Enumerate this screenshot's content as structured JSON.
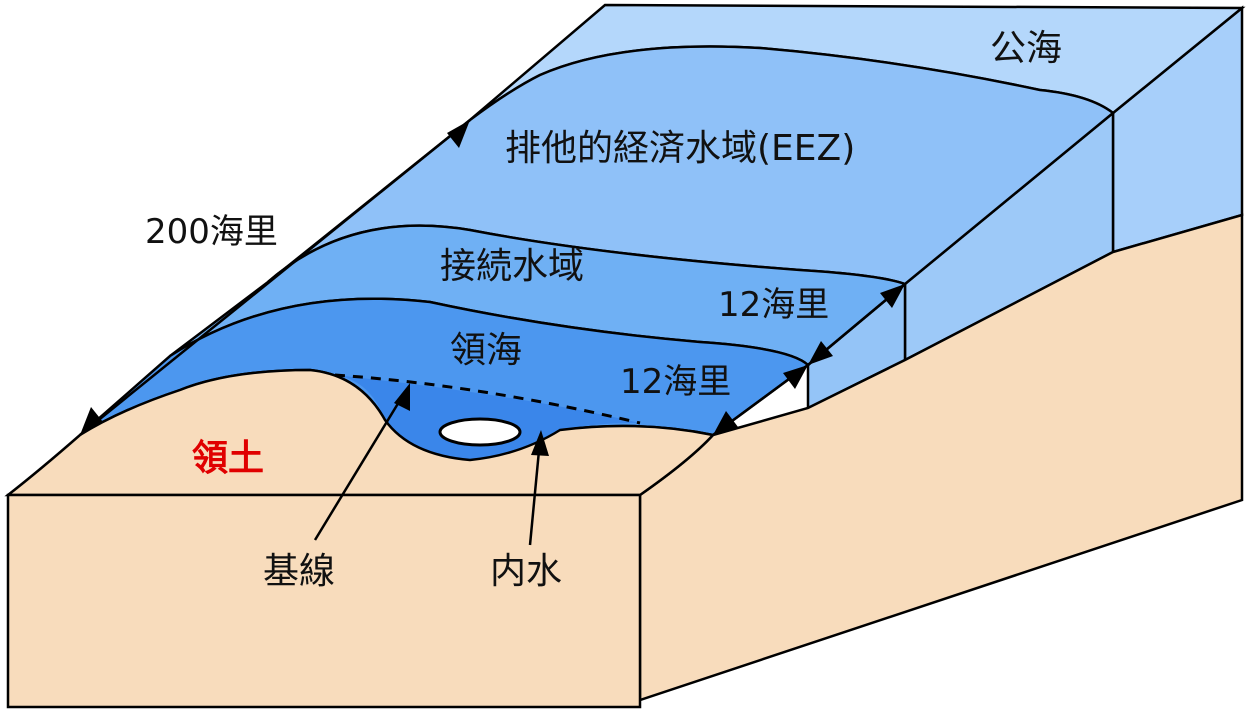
{
  "labels": {
    "high_seas": "公海",
    "eez": "排他的経済水域(EEZ)",
    "contiguous_zone": "接続水域",
    "territorial_sea": "領海",
    "territory": "領土",
    "baseline": "基線",
    "internal_waters": "内水",
    "distance_200": "200海里",
    "distance_12_upper": "12海里",
    "distance_12_lower": "12海里"
  },
  "colors": {
    "high_seas": "#b4d7fb",
    "eez": "#8fc1f8",
    "contiguous_zone": "#6fb0f4",
    "territorial_sea": "#4c97ef",
    "internal_waters": "#3a86ea",
    "land": "#f8dcbc",
    "outline": "#000000",
    "territory_label": "#e00000"
  }
}
